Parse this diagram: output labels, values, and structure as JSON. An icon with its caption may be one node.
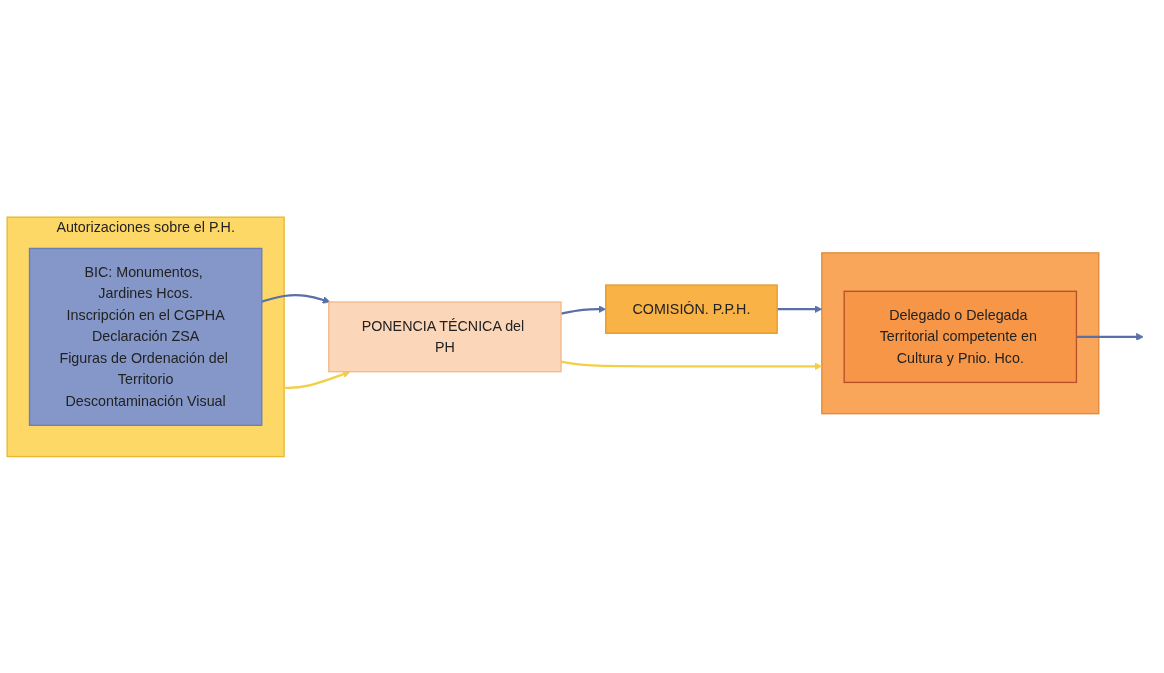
{
  "diagram": {
    "nodes": [
      {
        "text": [
          "Autorizaciones sobre el P.H."
        ]
      },
      {
        "text": [
          "BIC: Monumentos, Jardines Hcos.",
          "Inscripción en el CGPHA",
          "Declaración ZSA",
          "Figuras de Ordenación del Territorio",
          "Descontaminación Visual"
        ],
        "in": 0
      },
      {
        "text": [
          "PONENCIA TÉCNICA del PH"
        ]
      },
      {
        "text": [
          "COMISIÓN. P.P.H."
        ]
      },
      {
        "text": [],
        "shape": "box"
      },
      {
        "text": [
          "Delegado o Delegada Territorial competente en Cultura y Pnio. Hco."
        ],
        "in": 4
      }
    ],
    "edges": [
      {
        "from": 1,
        "to": 2,
        "arrow": "to"
      },
      {
        "from": 0,
        "to": 2,
        "arrow": "to",
        "color": "#f2cf45"
      },
      {
        "from": 2,
        "to": 3,
        "arrow": "to"
      },
      {
        "from": 3,
        "to": 4,
        "arrow": "to"
      },
      {
        "from": 2,
        "to": 4,
        "arrow": "to",
        "color": "#f2cf45"
      },
      {
        "from": 5,
        "to": null,
        "arrow": "to"
      }
    ]
  }
}
